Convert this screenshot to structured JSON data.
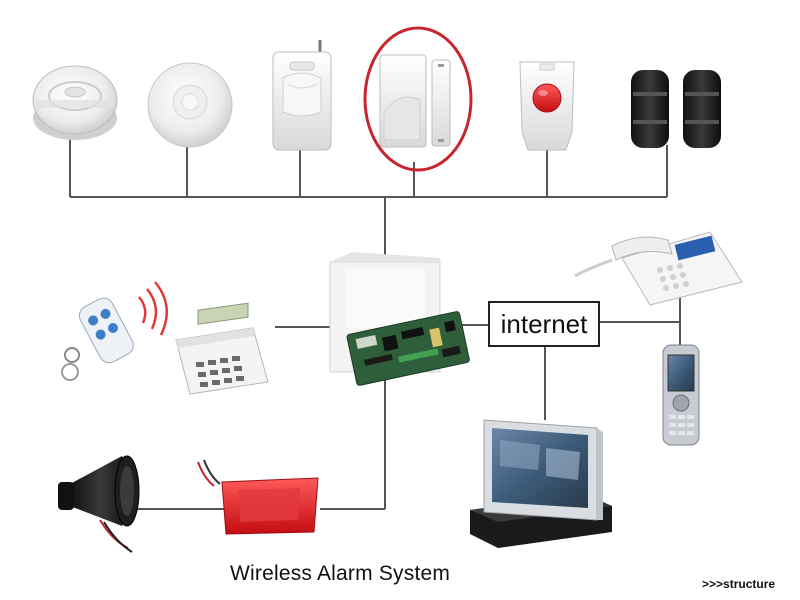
{
  "caption": "Wireless Alarm System",
  "corner_link": ">>>structure",
  "internet_label": "internet",
  "highlight_color": "#c8262e",
  "line_color": "#555555",
  "devices": [
    {
      "name": "smoke-detector-icon"
    },
    {
      "name": "ceiling-pir-sensor-icon"
    },
    {
      "name": "pir-motion-sensor-icon"
    },
    {
      "name": "door-magnet-sensor-icon",
      "highlighted": true
    },
    {
      "name": "panic-button-icon"
    },
    {
      "name": "infrared-beam-detector-icon"
    },
    {
      "name": "control-panel-board-icon"
    },
    {
      "name": "remote-control-keyfob-icon"
    },
    {
      "name": "lcd-keypad-icon"
    },
    {
      "name": "telephone-icon"
    },
    {
      "name": "mobile-phone-icon"
    },
    {
      "name": "computer-monitor-icon"
    },
    {
      "name": "siren-horn-icon"
    },
    {
      "name": "strobe-light-icon"
    }
  ]
}
